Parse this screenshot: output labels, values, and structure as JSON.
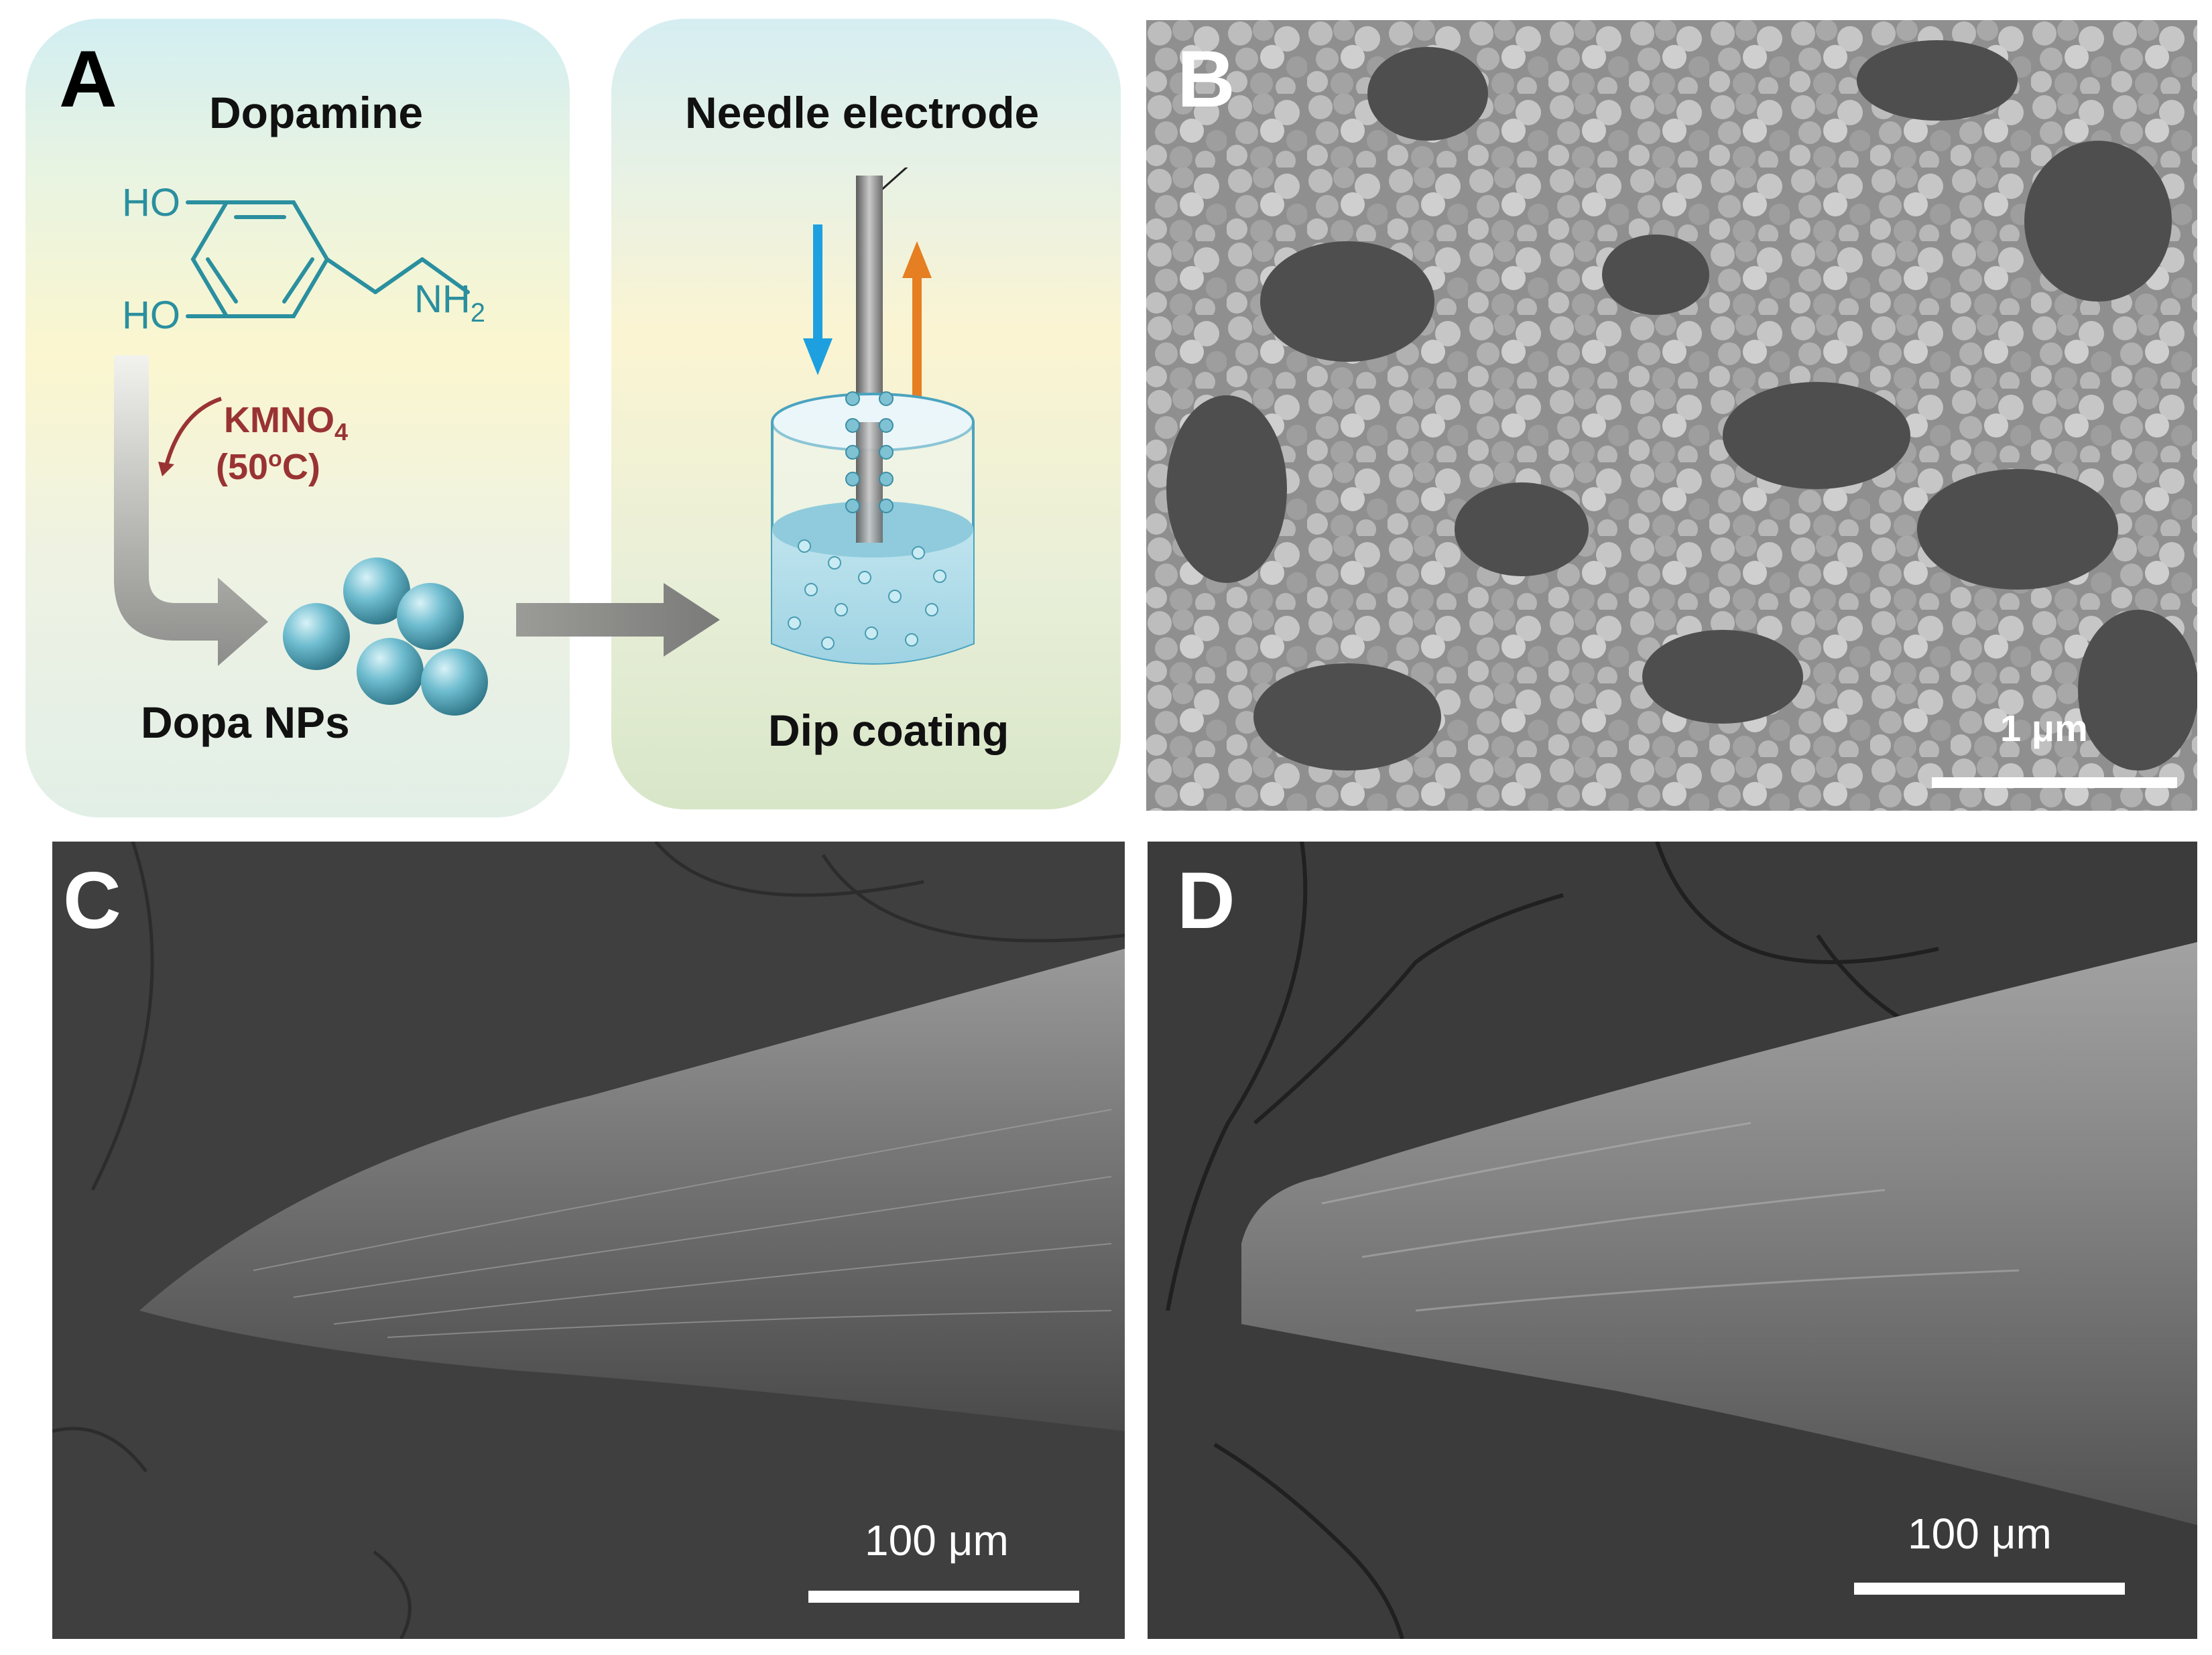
{
  "panels": {
    "a": {
      "letter": "A",
      "dopamine_label": "Dopamine",
      "structure": {
        "ho_top": "HO",
        "ho_bottom": "HO",
        "nh": "NH",
        "nh_sub": "2"
      },
      "reagent": {
        "name": "KMNO",
        "name_sub": "4",
        "temp_open": "(50",
        "temp_sup": "o",
        "temp_close": "C)"
      },
      "nps_label": "Dopa NPs",
      "needle_label": "Needle electrode",
      "dip_label": "Dip coating"
    },
    "b": {
      "letter": "B",
      "scale_label": "1 μm"
    },
    "c": {
      "letter": "C",
      "scale_label": "100 μm"
    },
    "d": {
      "letter": "D",
      "scale_label": "100 μm"
    }
  },
  "colors": {
    "structure_teal": "#2a8f9f",
    "reagent_red": "#993333",
    "arrow_down_blue": "#1ea0e0",
    "arrow_up_orange": "#e67e22",
    "nanoparticle": "#5aaec2"
  }
}
